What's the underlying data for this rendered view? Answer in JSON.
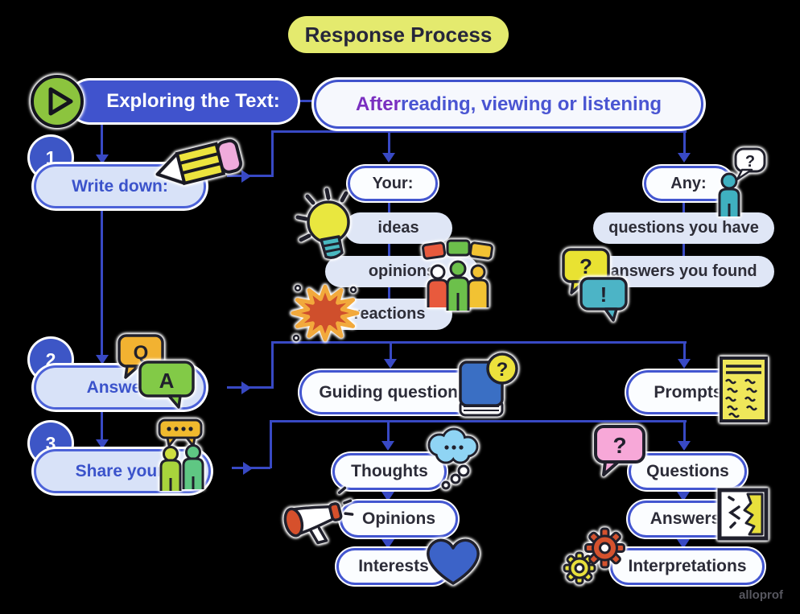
{
  "title": "Response Process",
  "header": {
    "label": "Exploring the Text:",
    "subtitle_highlight": "After",
    "subtitle_rest": " reading, viewing or listening"
  },
  "steps": [
    {
      "num": "1",
      "label": "Write down:"
    },
    {
      "num": "2",
      "label": "Answer:"
    },
    {
      "num": "3",
      "label": "Share your:"
    }
  ],
  "row1": {
    "mid_head": "Your:",
    "mid": [
      "ideas",
      "opinions",
      "reactions"
    ],
    "right_head": "Any:",
    "right": [
      "questions you have",
      "answers you found"
    ]
  },
  "row2": [
    "Guiding questions",
    "Prompts"
  ],
  "row3": {
    "mid": [
      "Thoughts",
      "Opinions",
      "Interests"
    ],
    "right": [
      "Questions",
      "Answers",
      "Interpretations"
    ]
  },
  "glyphs": {
    "question": "?",
    "exclam": "!",
    "q": "Q",
    "a": "A"
  },
  "watermark": "alloprof",
  "colors": {
    "line": "#3849c4",
    "accent_blue": "#4053cd",
    "purple": "#7a2fc0",
    "title_bg": "#e4ea6e"
  }
}
